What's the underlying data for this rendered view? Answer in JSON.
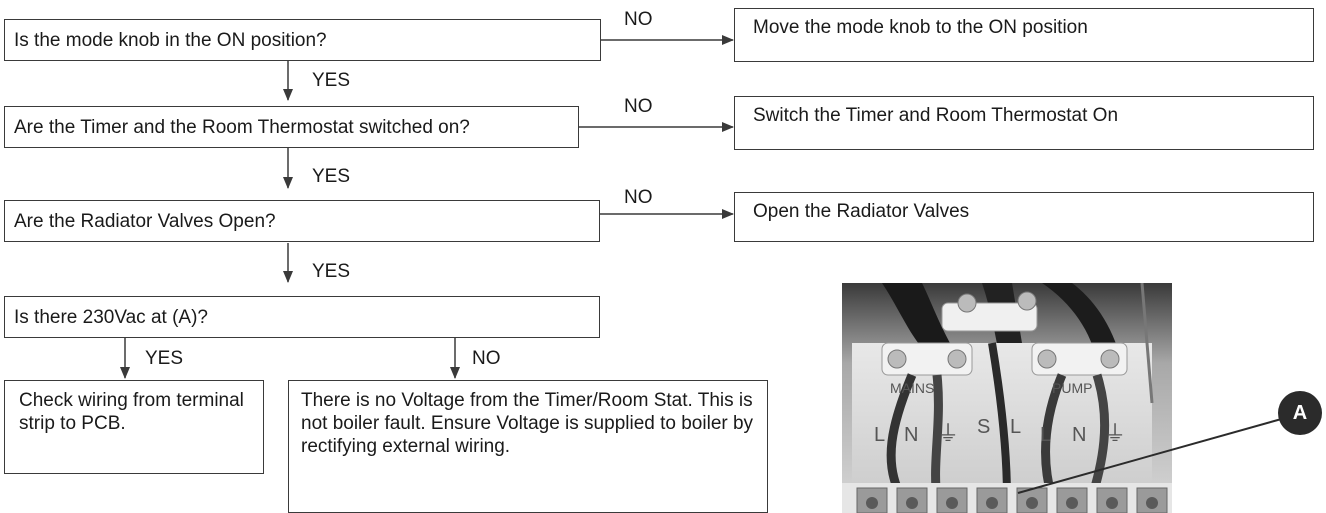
{
  "decisions": [
    {
      "question": "Is the mode knob in the ON  position?",
      "no_label": "NO",
      "action": "Move the mode knob to the ON position",
      "yes_label": "YES"
    },
    {
      "question": "Are the Timer and the Room Thermostat switched on?",
      "no_label": "NO",
      "action": "Switch the Timer and Room Thermostat On",
      "yes_label": "YES"
    },
    {
      "question": "Are the Radiator Valves Open?",
      "no_label": "NO",
      "action": "Open the Radiator Valves",
      "yes_label": "YES"
    }
  ],
  "voltage_check": {
    "question": "Is there 230Vac at (A)?",
    "yes_label": "YES",
    "no_label": "NO",
    "yes_action": "Check wiring from terminal strip to PCB.",
    "no_action": "There is no Voltage from the Timer/Room Stat.  This is not boiler fault.  Ensure Voltage is supplied to boiler by rectifying external wiring."
  },
  "photo": {
    "callout": "A",
    "terminal_labels": [
      "MAINS",
      "PUMP",
      "L",
      "N",
      "L",
      "N",
      "S",
      "L"
    ]
  },
  "colors": {
    "line": "#3a3a3a",
    "callout_bg": "#2b2b2b",
    "callout_text": "#ffffff"
  }
}
